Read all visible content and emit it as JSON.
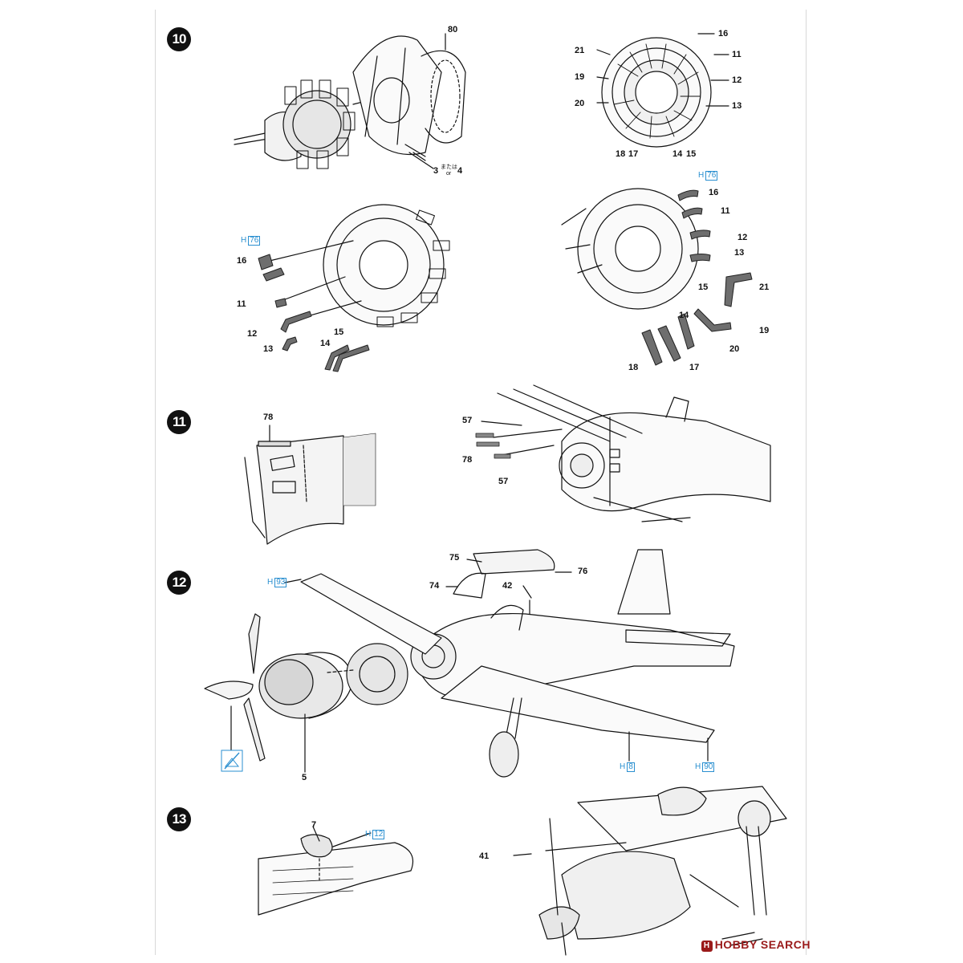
{
  "steps": {
    "s10": "10",
    "s11": "11",
    "s12": "12",
    "s13": "13"
  },
  "labels": {
    "p80": "80",
    "p3": "3",
    "p_or": "または",
    "p_or_en": "or",
    "p4": "4",
    "r16": "16",
    "r21": "21",
    "r11": "11",
    "r19": "19",
    "r12": "12",
    "r20": "20",
    "r13": "13",
    "r18": "18",
    "r17": "17",
    "r14": "14",
    "r15": "15",
    "l16": "16",
    "l11": "11",
    "l12": "12",
    "l13": "13",
    "l14": "14",
    "l15": "15",
    "rb16": "16",
    "rb11": "11",
    "rb12": "12",
    "rb13": "13",
    "rb15": "15",
    "rb21": "21",
    "rb14": "14",
    "rb19": "19",
    "rb20": "20",
    "rb18": "18",
    "rb17": "17",
    "p78a": "78",
    "p57a": "57",
    "p78b": "78",
    "p57b": "57",
    "p75": "75",
    "p76": "76",
    "p74": "74",
    "p42": "42",
    "p5": "5",
    "p7": "7",
    "p41": "41"
  },
  "paint_refs": {
    "h76a_letter": "H",
    "h76a_num": "76",
    "h76b_letter": "H",
    "h76b_num": "76",
    "h93_letter": "H",
    "h93_num": "93",
    "h8_letter": "H",
    "h8_num": "8",
    "h90_letter": "H",
    "h90_num": "90",
    "h12_letter": "H",
    "h12_num": "12"
  },
  "footer": {
    "watermark_mark": "H",
    "watermark": "HOBBY SEARCH"
  },
  "colors": {
    "ink": "#111111",
    "paint_ref": "#2a8fd0",
    "part_fill": "#6e6e6e",
    "watermark": "#9a1a1a"
  }
}
